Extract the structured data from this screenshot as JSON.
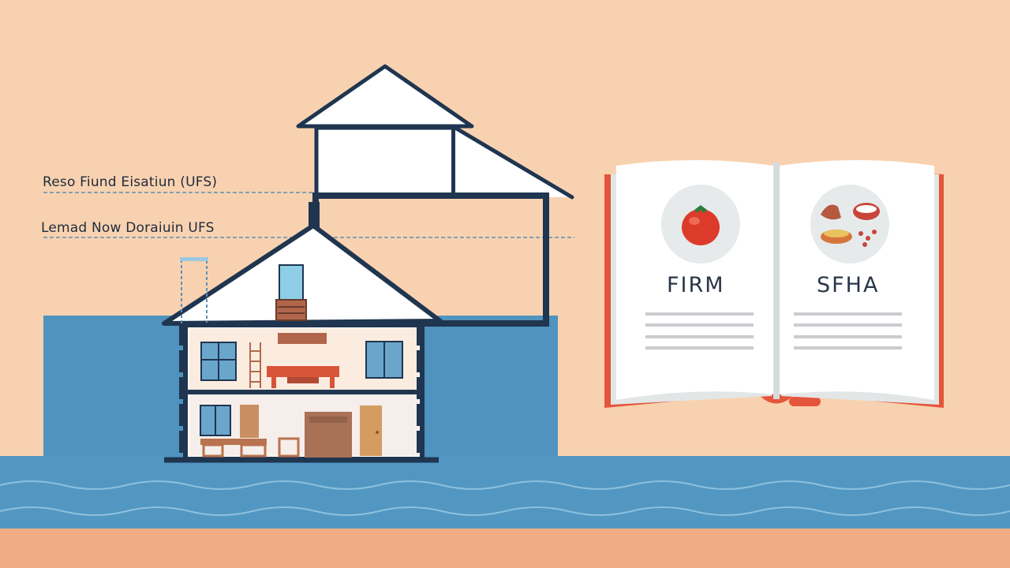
{
  "labels": {
    "base_flood_elevation": "Reso Fiund Eisatiun (UFS)",
    "lowest_floor": "Lemad Now Doraiuin UFS"
  },
  "book": {
    "left_page_title": "FIRM",
    "right_page_title": "SFHA"
  },
  "colors": {
    "background": "#f8d2b0",
    "water": "#4f93be",
    "outline": "#1f3550",
    "book_cover": "#e5553a",
    "ground": "#f0ad85"
  },
  "icons": [
    "tomato-icon",
    "food-plate-icon"
  ]
}
